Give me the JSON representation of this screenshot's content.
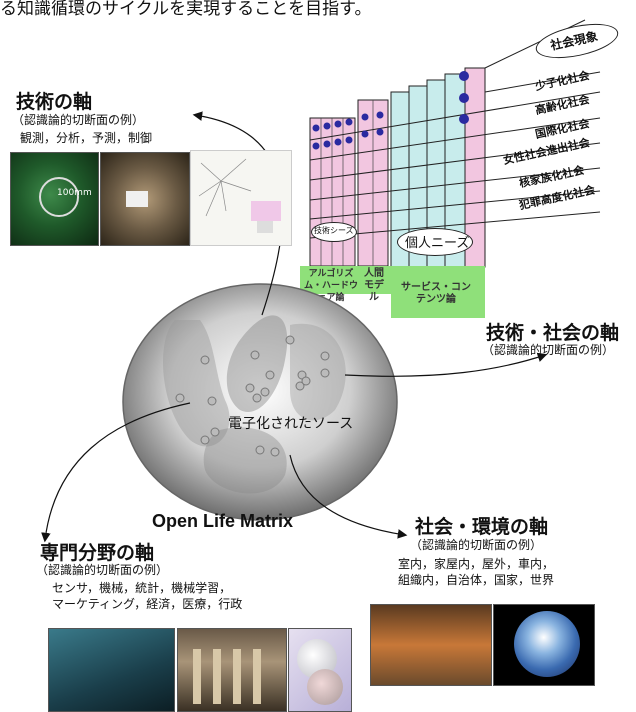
{
  "top_text": "る知識循環のサイクルを実現することを目指す。",
  "center_label": "電子化されたソース",
  "olm_title": "Open Life Matrix",
  "axes": {
    "tech": {
      "title": "技術の軸",
      "subtitle": "（認識論的切断面の例）",
      "items": "観測，分析，予測，制御"
    },
    "tech_society": {
      "title": "技術・社会の軸",
      "subtitle": "（認識論的切断面の例）"
    },
    "field": {
      "title": "専門分野の軸",
      "subtitle": "（認識論的切断面の例）",
      "items_line1": "センサ，機械，統計，機械学習，",
      "items_line2": "マーケティング，経済，医療，行政"
    },
    "society_env": {
      "title": "社会・環境の軸",
      "subtitle": "（認識論的切断面の例）",
      "items_line1": "室内，家屋内，屋外，車内，",
      "items_line2": "組織内，自治体，国家，世界"
    }
  },
  "matrix": {
    "social_title": "社会現象",
    "social_items": [
      "少子化社会",
      "高齢化社会",
      "国際化社会",
      "女性社会進出社会",
      "核家族化社会",
      "犯罪高度化社会"
    ],
    "tech_seeds": "技術シーズ",
    "individual_needs": "個人ニーズ",
    "categories": [
      {
        "label": "アルゴリズム・ハードウェア論"
      },
      {
        "label": "人間モデル"
      },
      {
        "label": "サービス・コンテンツ論"
      }
    ],
    "colors": {
      "pink": "#f2c6e0",
      "cyan": "#c8ecec",
      "green": "#8fe07a",
      "dot": "#2a2aa0"
    }
  },
  "photo_image_texts": {
    "robot_caption": "100mm"
  }
}
